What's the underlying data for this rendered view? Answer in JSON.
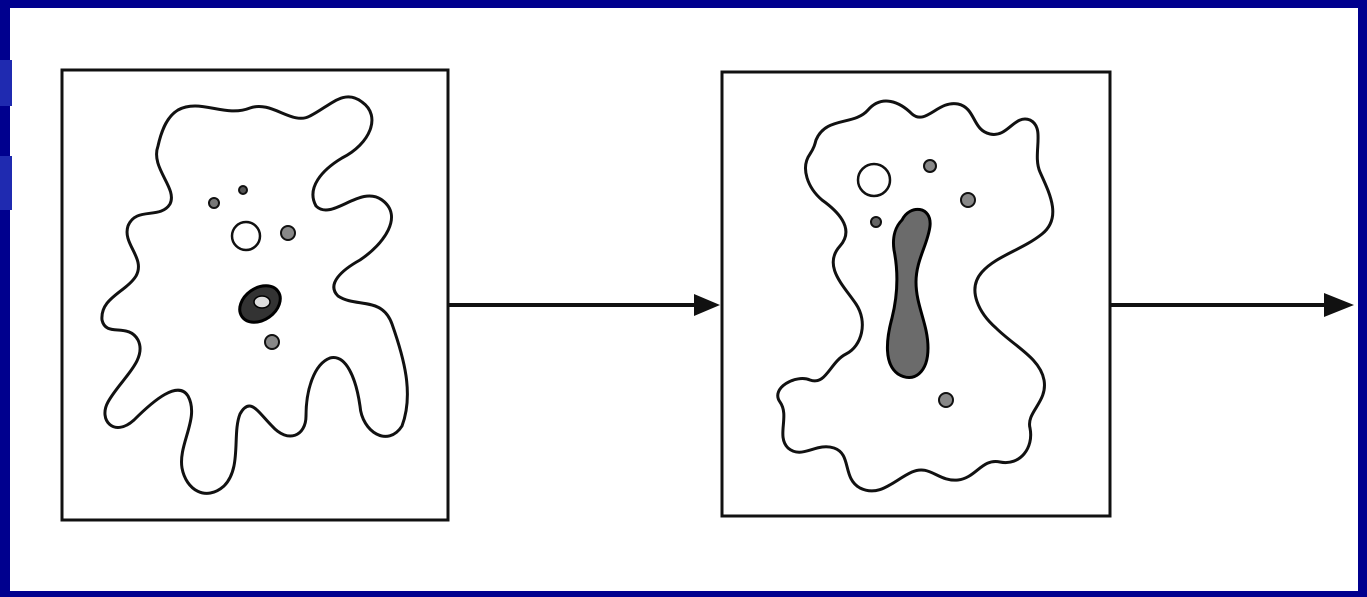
{
  "diagram": {
    "background_color": "#00008e",
    "panel_color": "#ffffff",
    "ink_color": "#111111",
    "stages": [
      {
        "name": "amoeba-before-division",
        "nucleus": "round"
      },
      {
        "name": "amoeba-nucleus-dividing",
        "nucleus": "elongated"
      }
    ],
    "arrows": [
      "stage-1-to-stage-2",
      "stage-2-onward"
    ],
    "faint_background_text": ""
  }
}
